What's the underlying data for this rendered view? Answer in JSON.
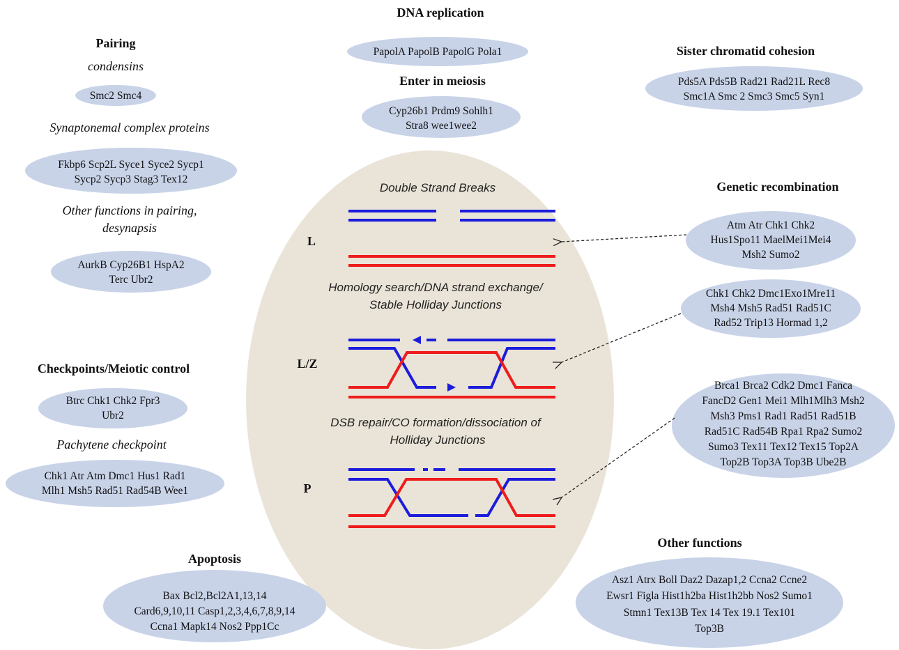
{
  "colors": {
    "bubble": "#c8d3e8",
    "center": "#eae4d8",
    "blue": "#1c1cdc",
    "red": "#ee1c1c",
    "arrow": "#222222"
  },
  "pairing": {
    "title": "Pairing",
    "condensins": {
      "label": "condensins",
      "genes": [
        "Smc2 Smc4"
      ]
    },
    "sc": {
      "label": "Synaptonemal complex proteins",
      "genes": [
        "Fkbp6 Scp2L Syce1 Syce2 Sycp1",
        "Sycp2 Sycp3 Stag3 Tex12"
      ]
    },
    "other": {
      "label1": "Other functions in pairing,",
      "label2": "desynapsis",
      "genes": [
        "AurkB Cyp26B1 HspA2",
        "Terc Ubr2"
      ]
    }
  },
  "dna_replication": {
    "title": "DNA replication",
    "genes": [
      "PapolA PapolB PapolG Pola1"
    ]
  },
  "enter_meiosis": {
    "title": "Enter in meiosis",
    "genes": [
      "Cyp26b1 Prdm9 Sohlh1",
      "Stra8  wee1wee2"
    ]
  },
  "sister_cohesion": {
    "title": "Sister chromatid cohesion",
    "genes": [
      "Pds5A Pds5B Rad21 Rad21L Rec8",
      "Smc1A Smc 2 Smc3  Smc5 Syn1"
    ]
  },
  "genetic_recombination": {
    "title": "Genetic recombination",
    "group1": [
      "Atm Atr Chk1 Chk2",
      "Hus1Spo11 MaelMei1Mei4",
      "Msh2 Sumo2"
    ],
    "group2": [
      "Chk1 Chk2 Dmc1Exo1Mre11",
      "Msh4 Msh5 Rad51 Rad51C",
      "Rad52 Trip13 Hormad 1,2"
    ],
    "group3": [
      "Brca1 Brca2 Cdk2 Dmc1 Fanca",
      "FancD2 Gen1 Mei1 Mlh1Mlh3 Msh2",
      "Msh3 Pms1 Rad1 Rad51 Rad51B",
      "Rad51C Rad54B Rpa1 Rpa2 Sumo2",
      "Sumo3 Tex11 Tex12 Tex15 Top2A",
      "Top2B Top3A Top3B Ube2B"
    ]
  },
  "checkpoints": {
    "title": "Checkpoints/Meiotic control",
    "genes": [
      "Btrc Chk1 Chk2 Fpr3",
      "Ubr2"
    ],
    "pachytene": {
      "label": "Pachytene checkpoint",
      "genes": [
        "Chk1 Atr   Atm Dmc1  Hus1 Rad1",
        "Mlh1 Msh5 Rad51 Rad54B Wee1"
      ]
    }
  },
  "apoptosis": {
    "title": "Apoptosis",
    "genes": [
      "Bax Bcl2,Bcl2A1,13,14",
      "Card6,9,10,11 Casp1,2,3,4,6,7,8,9,14",
      "Ccna1 Mapk14 Nos2 Ppp1Cc"
    ]
  },
  "other_functions": {
    "title": "Other functions",
    "genes": [
      "Asz1  Atrx  Boll  Daz2  Dazap1,2 Ccna2 Ccne2",
      "Ewsr1  Figla  Hist1h2ba Hist1h2bb Nos2 Sumo1",
      "Stmn1 Tex13B   Tex 14 Tex 19.1 Tex101",
      "Top3B"
    ]
  },
  "center": {
    "process1": "Double Strand Breaks",
    "process2a": "Homology search/DNA strand exchange/",
    "process2b": "Stable Holliday Junctions",
    "process3a": "DSB repair/CO formation/dissociation of",
    "process3b": "Holliday Junctions",
    "stage_L": "L",
    "stage_LZ": "L/Z",
    "stage_P": "P"
  }
}
